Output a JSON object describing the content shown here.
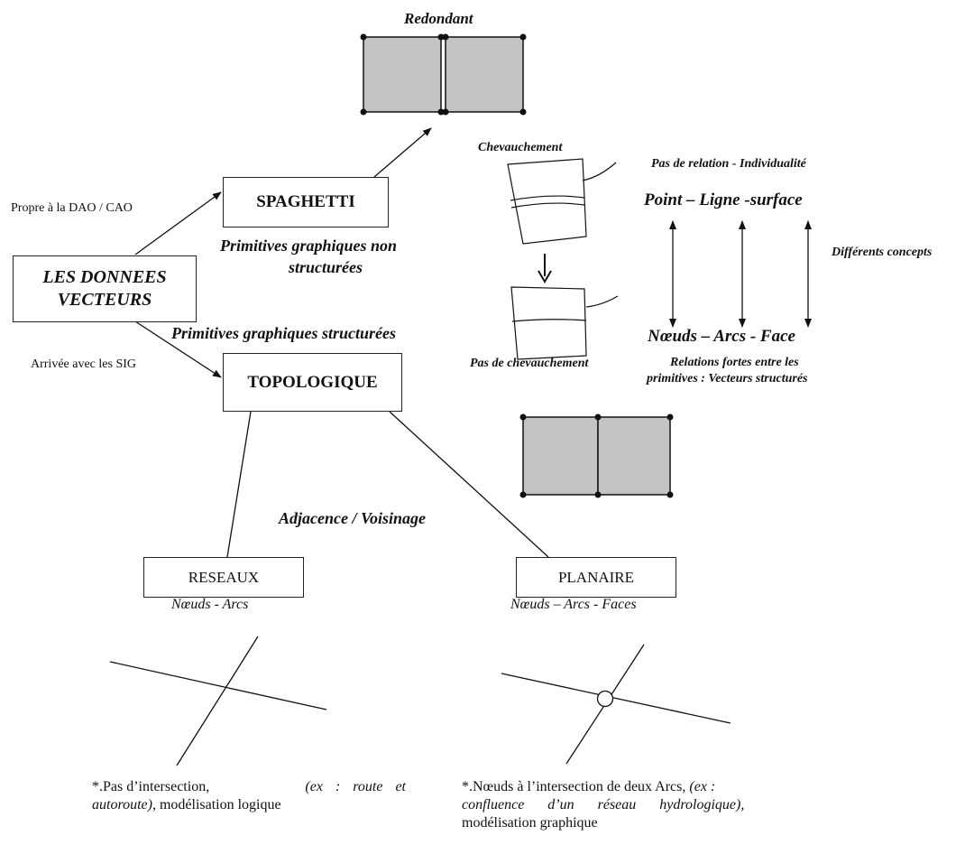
{
  "redondant_label": "Redondant",
  "root_box": "LES DONNEES VECTEURS",
  "spaghetti": {
    "box": "SPAGHETTI",
    "arrow_note": "Propre à  la DAO / CAO",
    "desc_line1": "Primitives graphiques non",
    "desc_line2": "structurées"
  },
  "topologique": {
    "box": "TOPOLOGIQUE",
    "arrow_note": "Arrivée avec les SIG",
    "desc": "Primitives graphiques structurées"
  },
  "overlap": {
    "top_label": "Chevauchement",
    "bottom_label": "Pas de chevauchement"
  },
  "concepts": {
    "top_note": "Pas de relation - Individualité",
    "row_top": "Point – Ligne -surface",
    "row_bottom": "Nœuds – Arcs - Face",
    "side_note": "Différents concepts",
    "bottom_note_line1": "Relations fortes entre les",
    "bottom_note_line2": "primitives : Vecteurs structurés"
  },
  "adjacence": "Adjacence / Voisinage",
  "reseaux": {
    "box": "RESEAUX",
    "sub": "Nœuds - Arcs",
    "note_line1_a": "*.Pas  d’intersection,",
    "note_line1_b": "(ex : route et",
    "note_line2_a": "autoroute),",
    "note_line2_b": " modélisation logique"
  },
  "planaire": {
    "box": "PLANAIRE",
    "sub": "Nœuds – Arcs - Faces",
    "note_line1_a": "*.Nœuds à l’intersection de deux Arcs,",
    "note_line1_b": " (ex :",
    "note_line2": "confluence  d’un  réseau  hydrologique),",
    "note_line3": "modélisation graphique"
  },
  "colors": {
    "fill_gray": "#c4c4c4",
    "ink": "#111111"
  }
}
